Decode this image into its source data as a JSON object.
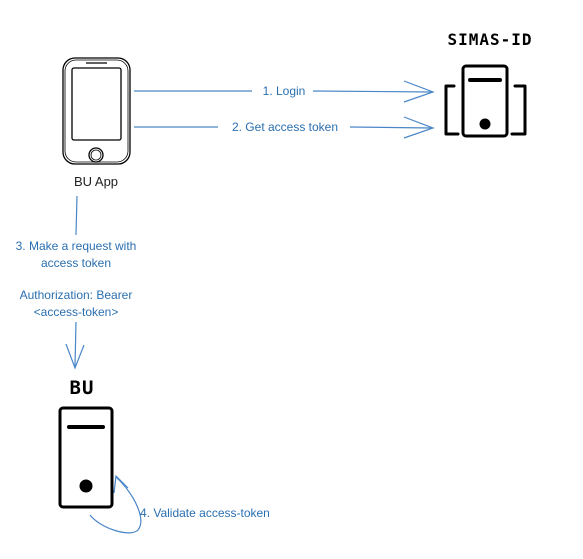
{
  "colors": {
    "arrow": "#4a86c8",
    "label_text": "#2a6fb0",
    "icon_stroke": "#000000",
    "node_label_text": "#222222"
  },
  "nodes": {
    "simas_id": {
      "title": "SIMAS-ID",
      "icon": "server-cluster-icon"
    },
    "bu_app": {
      "label": "BU App",
      "icon": "mobile-phone-icon"
    },
    "bu": {
      "title": "BU",
      "icon": "server-icon"
    }
  },
  "edges": {
    "login": "1. Login",
    "get_token": "2. Get access token",
    "request_line1": "3. Make a request with",
    "request_line2": "access token",
    "auth_line1": "Authorization: Bearer",
    "auth_line2": "<access-token>",
    "validate": "4. Validate access-token"
  }
}
